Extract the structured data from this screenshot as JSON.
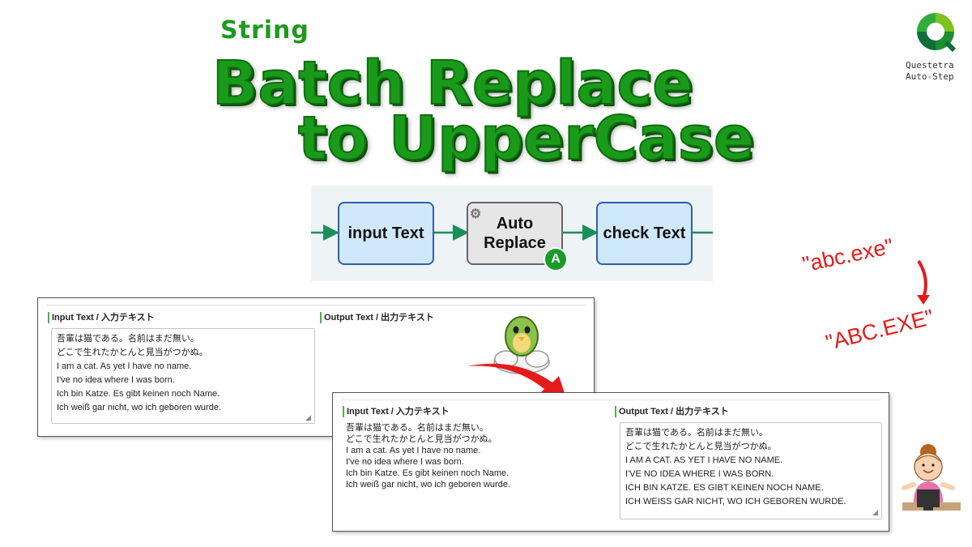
{
  "title": {
    "small": "String",
    "line1": "Batch Replace",
    "line2": "to UpperCase"
  },
  "logo": {
    "line1": "Questetra",
    "line2": "Auto-Step",
    "icon": "questetra-logo-icon"
  },
  "workflow": {
    "nodes": [
      {
        "label": "input Text"
      },
      {
        "label_line1": "Auto",
        "label_line2": "Replace",
        "badge": "A"
      },
      {
        "label": "check Text"
      }
    ]
  },
  "example": {
    "before": "\"abc.exe\"",
    "after": "\"ABC.EXE\""
  },
  "panel1": {
    "input_label": "Input Text / 入力テキスト",
    "output_label": "Output Text / 出力テキスト",
    "input_value": "吾輩は猫である。名前はまだ無い。\nどこで生れたかとんと見当がつかぬ。\nI am a cat. As yet I have no name.\nI've no idea where I was born.\nIch bin Katze. Es gibt keinen noch Name.\nIch weiß gar nicht, wo ich geboren wurde."
  },
  "panel2": {
    "input_label": "Input Text / 入力テキスト",
    "output_label": "Output Text / 出力テキスト",
    "input_value": "吾輩は猫である。名前はまだ無い。\nどこで生れたかとんと見当がつかぬ。\nI am a cat. As yet I have no name.\nI've no idea where I was born.\nIch bin Katze. Es gibt keinen noch Name.\nIch weiß gar nicht, wo ich geboren wurde.",
    "output_value": "吾輩は猫である。名前はまだ無い。\nどこで生れたかとんと見当がつかぬ。\nI AM A CAT. AS YET I HAVE NO NAME.\nI'VE NO IDEA WHERE I WAS BORN.\nICH BIN KATZE. ES GIBT KEINEN NOCH NAME.\nICH WEISS GAR NICHT, WO ICH GEBOREN WURDE."
  },
  "colors": {
    "title_green": "#1a9a1a",
    "node_blue_border": "#2e5fb0",
    "node_blue_fill": "#cfe8fa",
    "arrow_green": "#1a8f5a",
    "annotation_red": "#e51b1b"
  },
  "icons": [
    "gear-icon",
    "mascot-bird-illustration",
    "office-worker-illustration",
    "red-curved-arrow"
  ]
}
